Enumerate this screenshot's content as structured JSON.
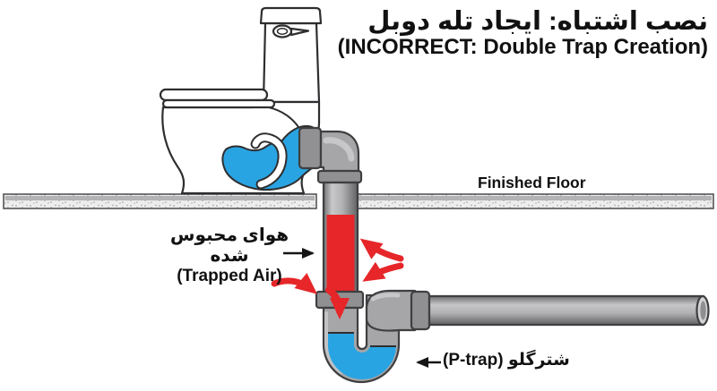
{
  "title": {
    "fa": "نصب اشتباه: ایجاد تله دوبل",
    "en": "(INCORRECT: Double Trap Creation)"
  },
  "labels": {
    "finished_floor": "Finished Floor",
    "trapped_air_fa": "هوای محبوس شده",
    "trapped_air_en": "(Trapped Air)",
    "p_trap": "شترگلو (P-trap)"
  },
  "colors": {
    "trapped_air_red": "#e62629",
    "water_blue": "#29a4e2",
    "pipe_gray": "#a6a6a8",
    "fitting_gray": "#909092",
    "floor_speckle": "#ededed",
    "line_dark": "#2e2e30"
  },
  "diagram_elements": [
    "toilet",
    "toilet-tank",
    "flush-handle",
    "toilet-seat",
    "toilet-trap-water",
    "outlet-elbow",
    "vertical-drain-pipe",
    "trapped-air-column",
    "pipe-coupling",
    "p-trap",
    "p-trap-water",
    "horizontal-drain-pipe",
    "finished-floor",
    "airflow-arrows",
    "label-pointer-arrows"
  ]
}
